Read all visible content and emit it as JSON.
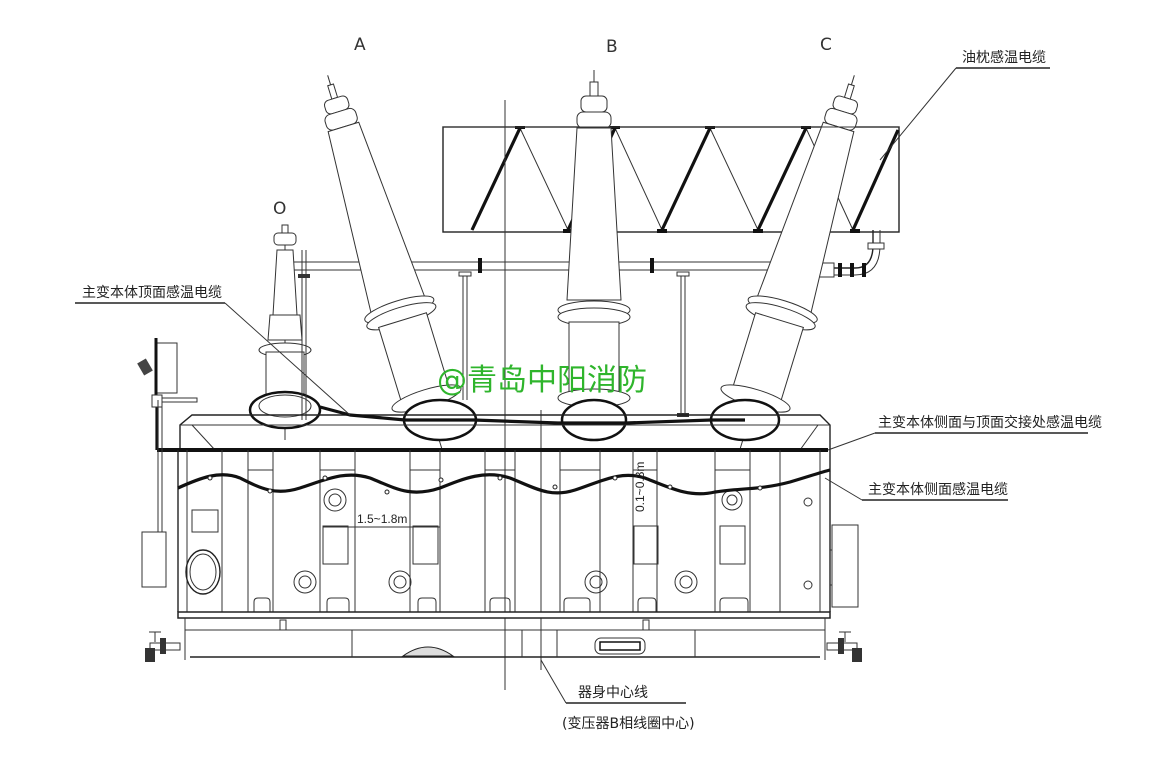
{
  "diagram": {
    "title": "Main transformer temperature-sensing cable layout",
    "phase_labels": {
      "a": "A",
      "b": "B",
      "c": "C",
      "neutral": "O"
    },
    "callouts": {
      "conservator_cable": "油枕感温电缆",
      "top_cable": "主变本体顶面感温电缆",
      "junction_cable": "主变本体侧面与顶面交接处感温电缆",
      "side_cable": "主变本体侧面感温电缆",
      "center_line": "器身中心线",
      "center_line_note": "(变压器B相线圈中心)"
    },
    "dimensions": {
      "side_cable_height": "1.5~1.8m",
      "wave_amplitude": "0.1~0.3m"
    },
    "watermark": "@青岛中阳消防",
    "colors": {
      "line": "#222222",
      "cable": "#111111",
      "watermark": "#2fb52c",
      "background": "#ffffff"
    }
  }
}
